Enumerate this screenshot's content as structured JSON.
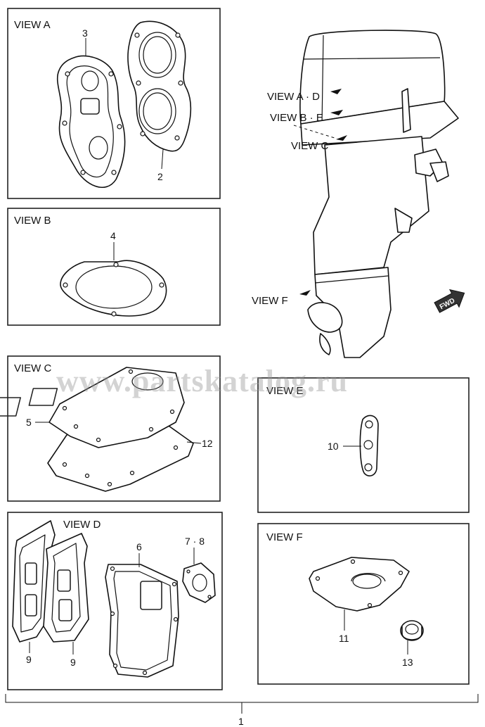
{
  "watermark": "www.partskatalog.ru",
  "views": {
    "a": "VIEW  A",
    "b": "VIEW  B",
    "c": "VIEW  C",
    "d": "VIEW  D",
    "e": "VIEW  E",
    "f": "VIEW  F"
  },
  "motor_labels": {
    "ad": "VIEW  A · D",
    "be": "VIEW  B · E",
    "c": "VIEW  C",
    "f": "VIEW  F",
    "fwd": "FWD"
  },
  "parts": {
    "p1": "1",
    "p2": "2",
    "p3": "3",
    "p4": "4",
    "p5": "5",
    "p6": "6",
    "p78": "7 · 8",
    "p9a": "9",
    "p9b": "9",
    "p10": "10",
    "p11": "11",
    "p12": "12",
    "p13": "13"
  }
}
